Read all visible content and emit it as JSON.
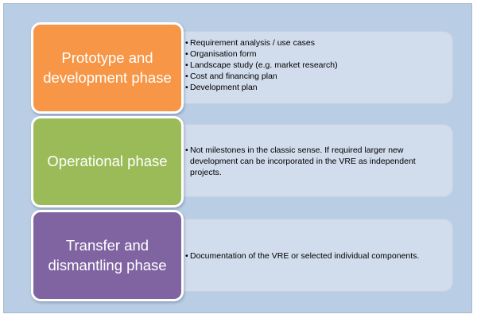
{
  "phases": [
    {
      "title": "Prototype and development phase",
      "color": "#f79646",
      "bullets": [
        "Requirement analysis / use cases",
        "Organisation form",
        "Landscape study (e.g. market research)",
        "Cost and financing plan",
        "Development plan"
      ]
    },
    {
      "title": "Operational phase",
      "color": "#9bbb59",
      "bullets": [
        "Not milestones in the classic sense. If required larger new development can be incorporated in the VRE as independent projects."
      ]
    },
    {
      "title": "Transfer and dismantling phase",
      "color": "#8064a2",
      "bullets": [
        "Documentation of the VRE or selected individual components."
      ]
    }
  ]
}
